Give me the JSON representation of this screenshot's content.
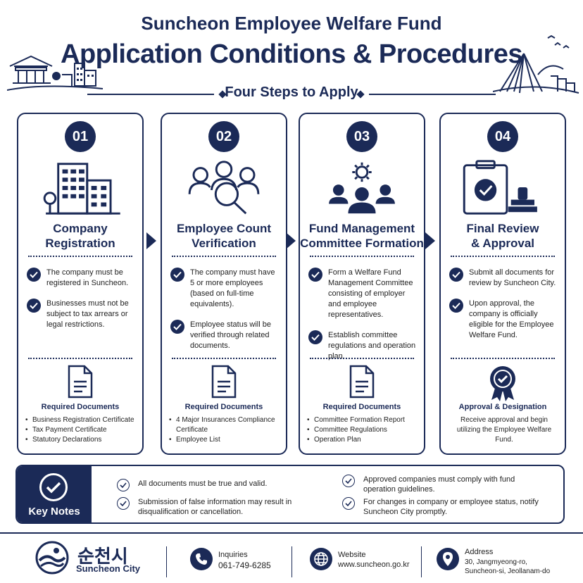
{
  "header": {
    "subtitle": "Suncheon Employee Welfare Fund",
    "title": "Application Conditions & Procedures",
    "steps_label": "Four Steps to Apply"
  },
  "steps": [
    {
      "number": "01",
      "title": "Company\nRegistration",
      "icon": "office-building-icon",
      "checks": [
        "The company must be registered in Suncheon.",
        "Businesses must not be subject to tax arrears or legal restrictions."
      ],
      "docs_title": "Required Documents",
      "docs": [
        "Business Registration Certificate",
        "Tax Payment Certificate",
        "Statutory Declarations"
      ]
    },
    {
      "number": "02",
      "title": "Employee Count\nVerification",
      "icon": "people-magnifier-icon",
      "checks": [
        "The company must have 5 or more employees (based on full-time equivalents).",
        "Employee status will be verified through related documents."
      ],
      "docs_title": "Required Documents",
      "docs": [
        "4 Major Insurances Compliance Certificate",
        "Employee List"
      ]
    },
    {
      "number": "03",
      "title": "Fund Management\nCommittee Formation",
      "icon": "team-gear-icon",
      "checks": [
        "Form a Welfare Fund Management Committee consisting of employer and employee representatives.",
        "Establish committee regulations and operation plan."
      ],
      "docs_title": "Required Documents",
      "docs": [
        "Committee Formation Report",
        "Committee Regulations",
        "Operation Plan"
      ]
    },
    {
      "number": "04",
      "title": "Final Review\n& Approval",
      "icon": "clipboard-stamp-icon",
      "checks": [
        "Submit all documents for review by Suncheon City.",
        "Upon approval, the company is officially eligible for the Employee Welfare Fund."
      ],
      "docs_title": "Approval & Designation",
      "docs_text": "Receive approval and begin utilizing the Employee Welfare Fund."
    }
  ],
  "key_notes": {
    "label": "Key Notes",
    "items": [
      "All documents must be true and valid.",
      "Submission of false information may result in disqualification or cancellation.",
      "Approved companies must comply with fund operation guidelines.",
      "For changes in company or employee status, notify Suncheon City promptly."
    ]
  },
  "footer": {
    "korean_name": "순천시",
    "city_name": "Suncheon City",
    "inquiries_label": "Inquiries",
    "inquiries_value": "061-749-6285",
    "website_label": "Website",
    "website_value": "www.suncheon.go.kr",
    "address_label": "Address",
    "address_value": "30, Jangmyeong-ro, Suncheon-si, Jeollanam-do"
  },
  "colors": {
    "navy": "#1b2a57",
    "text": "#222222",
    "background": "#ffffff"
  }
}
